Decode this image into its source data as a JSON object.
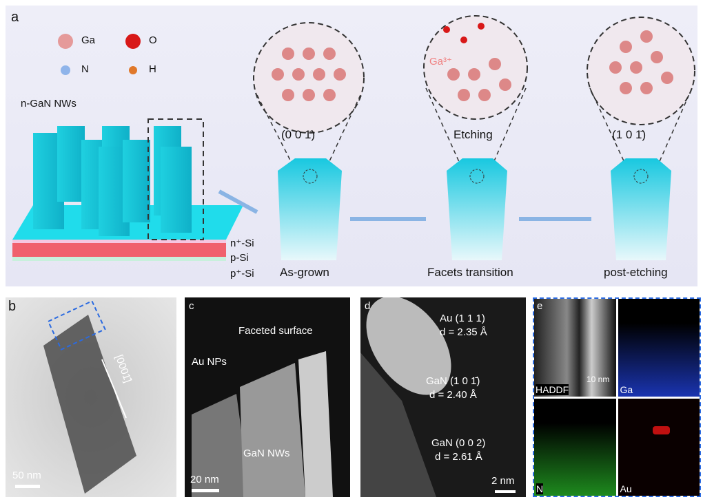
{
  "panel_a": {
    "letter": "a",
    "legend": [
      {
        "label": "Ga",
        "color": "#e59a9a"
      },
      {
        "label": "O",
        "color": "#d81818"
      },
      {
        "label": "N",
        "color": "#8fb4ea"
      },
      {
        "label": "H",
        "color": "#e0782a"
      }
    ],
    "nw_label": "n-GaN NWs",
    "layers": [
      "n⁺-Si",
      "p-Si",
      "p⁺-Si"
    ],
    "stages": [
      {
        "facet": "(0 0 1̄)",
        "caption": "As-grown"
      },
      {
        "facet": "Etching",
        "caption": "Facets transition",
        "ion": "Ga³⁺"
      },
      {
        "facet": "(1 0 1̄)",
        "caption": "post-etching"
      }
    ]
  },
  "panel_b": {
    "letter": "b",
    "direction": "[0001̄]",
    "scale": "50 nm"
  },
  "panel_c": {
    "letter": "c",
    "labels": [
      "Faceted surface",
      "Au NPs",
      "GaN NWs"
    ],
    "scale": "20 nm"
  },
  "panel_d": {
    "letter": "d",
    "annotations": [
      {
        "plane": "Au (1 1 1)",
        "d": "d = 2.35 Å"
      },
      {
        "plane": "GaN (1 0 1̄)",
        "d": "d = 2.40 Å"
      },
      {
        "plane": "GaN (0 0 2)",
        "d": "d = 2.61 Å"
      }
    ],
    "scale": "2 nm"
  },
  "panel_e": {
    "letter": "e",
    "maps": [
      "HADDF",
      "Ga",
      "N",
      "Au"
    ],
    "scale": "10 nm"
  }
}
